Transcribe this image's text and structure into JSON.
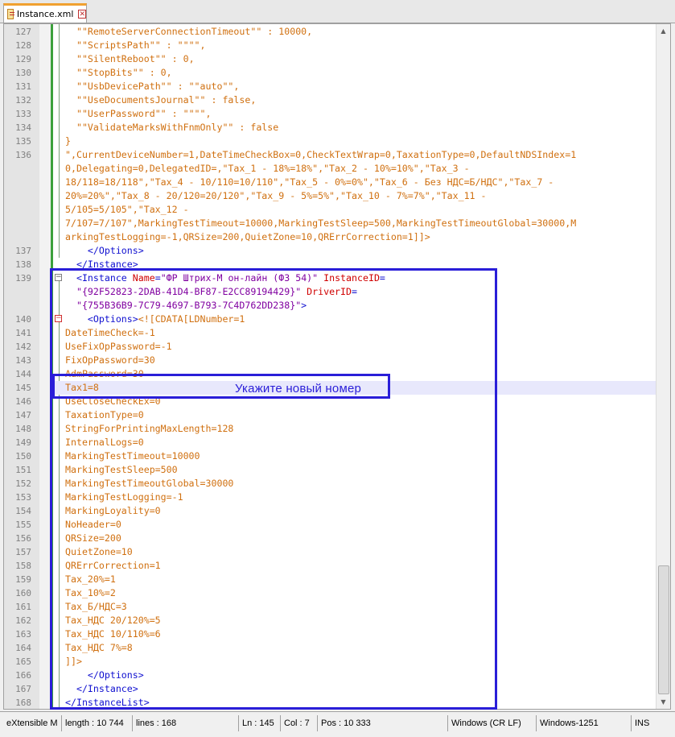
{
  "tab": {
    "label": "Instance.xml"
  },
  "lines": [
    {
      "n": "127",
      "html": "  <span class='str'>\"\"RemoteServerConnectionTimeout\"\" : 10000,</span>"
    },
    {
      "n": "128",
      "html": "  <span class='str'>\"\"ScriptsPath\"\" : \"\"\"\",</span>"
    },
    {
      "n": "129",
      "html": "  <span class='str'>\"\"SilentReboot\"\" : 0,</span>"
    },
    {
      "n": "130",
      "html": "  <span class='str'>\"\"StopBits\"\" : 0,</span>"
    },
    {
      "n": "131",
      "html": "  <span class='str'>\"\"UsbDevicePath\"\" : \"\"auto\"\",</span>"
    },
    {
      "n": "132",
      "html": "  <span class='str'>\"\"UseDocumentsJournal\"\" : false,</span>"
    },
    {
      "n": "133",
      "html": "  <span class='str'>\"\"UserPassword\"\" : \"\"\"\",</span>"
    },
    {
      "n": "134",
      "html": "  <span class='str'>\"\"ValidateMarksWithFnmOnly\"\" : false</span>"
    },
    {
      "n": "135",
      "html": "<span class='str'>}</span>"
    },
    {
      "n": "136",
      "html": "<span class='str'>\",CurrentDeviceNumber=1,DateTimeCheckBox=0,CheckTextWrap=0,TaxationType=0,DefaultNDSIndex=1</span>"
    },
    {
      "n": "",
      "html": "<span class='str'>0,Delegating=0,DelegatedID=,\"Tax_1 - 18%=18%\",\"Tax_2 - 10%=10%\",\"Tax_3 -</span>"
    },
    {
      "n": "",
      "html": "<span class='str'>18/118=18/118\",\"Tax_4 - 10/110=10/110\",\"Tax_5 - 0%=0%\",\"Tax_6 - Без НДС=Б/НДС\",\"Tax_7 -</span>"
    },
    {
      "n": "",
      "html": "<span class='str'>20%=20%\",\"Tax_8 - 20/120=20/120\",\"Tax_9 - 5%=5%\",\"Tax_10 - 7%=7%\",\"Tax_11 -</span>"
    },
    {
      "n": "",
      "html": "<span class='str'>5/105=5/105\",\"Tax_12 -</span>"
    },
    {
      "n": "",
      "html": "<span class='str'>7/107=7/107\",MarkingTestTimeout=10000,MarkingTestSleep=500,MarkingTestTimeoutGlobal=30000,M</span>"
    },
    {
      "n": "",
      "html": "<span class='str'>arkingTestLogging=-1,QRSize=200,QuietZone=10,QRErrCorrection=1]]&gt;</span>"
    },
    {
      "n": "137",
      "html": "    <span class='tag'>&lt;/Options&gt;</span>"
    },
    {
      "n": "138",
      "html": "  <span class='tag'>&lt;/Instance&gt;</span>"
    },
    {
      "n": "139",
      "html": "  <span class='tag'>&lt;Instance </span><span class='attr'>Name</span><span class='tag'>=</span><span class='val'>\"ФР Штрих-М он-лайн (ФЗ 54)\"</span><span class='attr'> InstanceID</span><span class='tag'>=</span>"
    },
    {
      "n": "",
      "html": "  <span class='val'>\"{92F52823-2DAB-41D4-BF87-E2CC89194429}\"</span><span class='attr'> DriverID</span><span class='tag'>=</span>"
    },
    {
      "n": "",
      "html": "  <span class='val'>\"{755B36B9-7C79-4697-B793-7C4D762DD238}\"</span><span class='tag'>&gt;</span>"
    },
    {
      "n": "140",
      "html": "    <span class='tag'>&lt;Options&gt;</span><span class='cdata'>&lt;![CDATA[LDNumber=1</span>"
    },
    {
      "n": "141",
      "html": "<span class='txt'>DateTimeCheck=-1</span>"
    },
    {
      "n": "142",
      "html": "<span class='txt'>UseFixOpPassword=-1</span>"
    },
    {
      "n": "143",
      "html": "<span class='txt'>FixOpPassword=30</span>"
    },
    {
      "n": "144",
      "html": "<span class='txt'>AdmPassword=30</span>"
    },
    {
      "n": "145",
      "html": "<span class='txt'>Tax1=8</span>"
    },
    {
      "n": "146",
      "html": "<span class='txt'>UseCloseCheckEx=0</span>"
    },
    {
      "n": "147",
      "html": "<span class='txt'>TaxationType=0</span>"
    },
    {
      "n": "148",
      "html": "<span class='txt'>StringForPrintingMaxLength=128</span>"
    },
    {
      "n": "149",
      "html": "<span class='txt'>InternalLogs=0</span>"
    },
    {
      "n": "150",
      "html": "<span class='txt'>MarkingTestTimeout=10000</span>"
    },
    {
      "n": "151",
      "html": "<span class='txt'>MarkingTestSleep=500</span>"
    },
    {
      "n": "152",
      "html": "<span class='txt'>MarkingTestTimeoutGlobal=30000</span>"
    },
    {
      "n": "153",
      "html": "<span class='txt'>MarkingTestLogging=-1</span>"
    },
    {
      "n": "154",
      "html": "<span class='txt'>MarkingLoyality=0</span>"
    },
    {
      "n": "155",
      "html": "<span class='txt'>NoHeader=0</span>"
    },
    {
      "n": "156",
      "html": "<span class='txt'>QRSize=200</span>"
    },
    {
      "n": "157",
      "html": "<span class='txt'>QuietZone=10</span>"
    },
    {
      "n": "158",
      "html": "<span class='txt'>QRErrCorrection=1</span>"
    },
    {
      "n": "159",
      "html": "<span class='txt'>Tax_20%=1</span>"
    },
    {
      "n": "160",
      "html": "<span class='txt'>Tax_10%=2</span>"
    },
    {
      "n": "161",
      "html": "<span class='txt'>Tax_Б/НДС=3</span>"
    },
    {
      "n": "162",
      "html": "<span class='txt'>Tax_НДС 20/120%=5</span>"
    },
    {
      "n": "163",
      "html": "<span class='txt'>Tax_НДС 10/110%=6</span>"
    },
    {
      "n": "164",
      "html": "<span class='txt'>Tax_НДС 7%=8</span>"
    },
    {
      "n": "165",
      "html": "<span class='cdata'>]]&gt;</span>"
    },
    {
      "n": "166",
      "html": "    <span class='tag'>&lt;/Options&gt;</span>"
    },
    {
      "n": "167",
      "html": "  <span class='tag'>&lt;/Instance&gt;</span>"
    },
    {
      "n": "168",
      "html": "<span class='tag'>&lt;/InstanceList&gt;</span>"
    }
  ],
  "overlay": {
    "hint": "Укажите новый номер"
  },
  "status": {
    "type": "eXtensible M",
    "length": "length : 10 744",
    "lines": "lines : 168",
    "ln": "Ln : 145",
    "col": "Col : 7",
    "pos": "Pos : 10 333",
    "eol": "Windows (CR LF)",
    "encoding": "Windows-1251",
    "mode": "INS"
  },
  "colors": {
    "selection_frame": "#2a1ed8",
    "current_line": "#e8e8fc",
    "change_bar": "#3ca03c"
  }
}
